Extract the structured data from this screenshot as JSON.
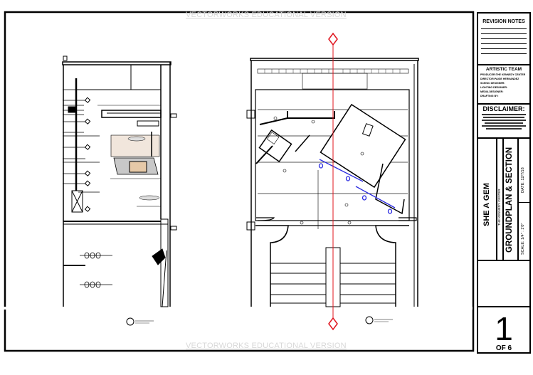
{
  "watermark": "VECTORWORKS EDUCATIONAL VERSION",
  "title_block": {
    "revision_notes": "REVISION NOTES",
    "artistic_team": {
      "title": "ARTISTIC TEAM",
      "rows": [
        "PRODUCER:THE KENNEDY CENTER",
        "DIRECTOR:PAIGE HERNANDEZ",
        "SCENIC DESIGNER:",
        "LIGHTING DESIGNER:",
        "MEDIA DESIGNER:",
        "DRAFTING BY:"
      ]
    },
    "disclaimer": {
      "title": "DISCLAIMER:"
    },
    "show_title": "SHE A GEM",
    "venue": "THE KENNEDY CENTER",
    "drawing_title": "GROUNDPLAN & SECTION",
    "date": "DATE: 12/7/18",
    "scale": "SCALE: 1/4\" : 1'0\"",
    "sheet_number": "1",
    "sheet_of": "OF 6"
  },
  "colors": {
    "centerline": "#e0141e",
    "lighting": "#2a2ae0",
    "scenery_fill": "#e6c9a8"
  }
}
